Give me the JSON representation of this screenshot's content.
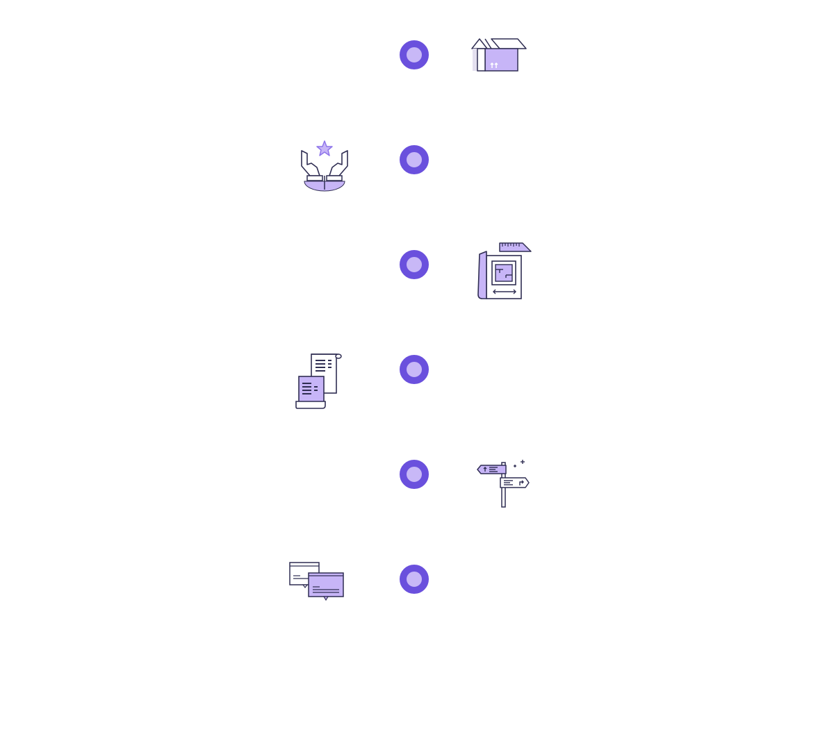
{
  "colors": {
    "node_ring": "#6a50dd",
    "node_fill": "#c8b8f7",
    "icon_outline": "#2f2d52",
    "icon_fill": "#c7b5f7",
    "icon_accent": "#8e75ea",
    "background": "#ffffff"
  },
  "timeline": {
    "steps": [
      {
        "id": "step-1",
        "icon": "open-box-icon",
        "side": "right"
      },
      {
        "id": "step-2",
        "icon": "hands-star-icon",
        "side": "left"
      },
      {
        "id": "step-3",
        "icon": "blueprint-icon",
        "side": "right"
      },
      {
        "id": "step-4",
        "icon": "scroll-documents-icon",
        "side": "left"
      },
      {
        "id": "step-5",
        "icon": "signpost-icon",
        "side": "right"
      },
      {
        "id": "step-6",
        "icon": "chat-windows-icon",
        "side": "left"
      }
    ]
  }
}
